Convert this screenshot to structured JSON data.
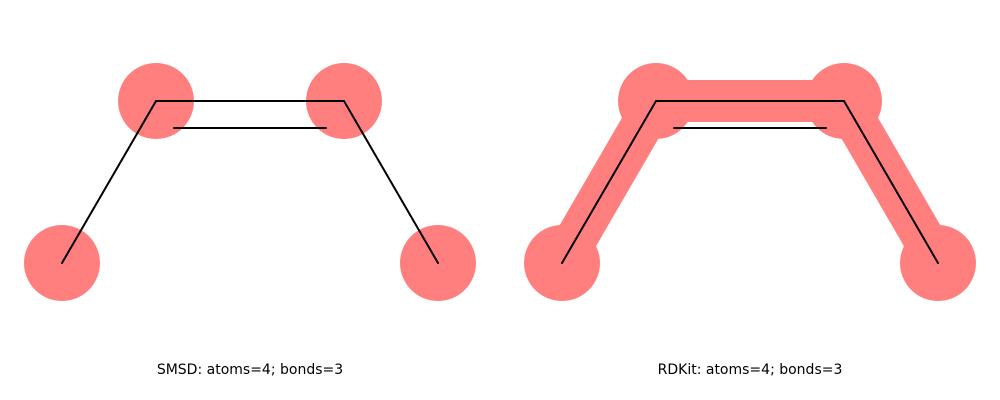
{
  "panels": [
    {
      "caption": "SMSD: atoms=4; bonds=3",
      "highlight_color": "#ff7f7f",
      "highlighted_atoms": 4,
      "highlighted_bonds": 0
    },
    {
      "caption": "RDKit: atoms=4; bonds=3",
      "highlight_color": "#ff7f7f",
      "highlighted_atoms": 4,
      "highlighted_bonds": 3
    }
  ],
  "bond_color": "#000000"
}
